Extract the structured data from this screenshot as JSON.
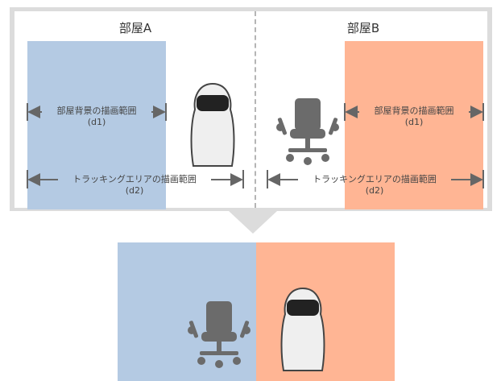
{
  "colors": {
    "room_a_area": "#b4cae3",
    "room_b_area": "#ffb594",
    "frame": "#dcdcdc",
    "arrow": "#666666"
  },
  "room_a": {
    "title": "部屋A",
    "d1_label": "部屋背景の描画範囲",
    "d1_sub": "(d1)",
    "d2_label": "トラッキングエリアの描画範囲",
    "d2_sub": "(d2)"
  },
  "room_b": {
    "title": "部屋B",
    "d1_label": "部屋背景の描画範囲",
    "d1_sub": "(d1)",
    "d2_label": "トラッキングエリアの描画範囲",
    "d2_sub": "(d2)"
  },
  "icons": {
    "person": "person-with-vr-headset-icon",
    "chair": "office-chair-icon"
  }
}
